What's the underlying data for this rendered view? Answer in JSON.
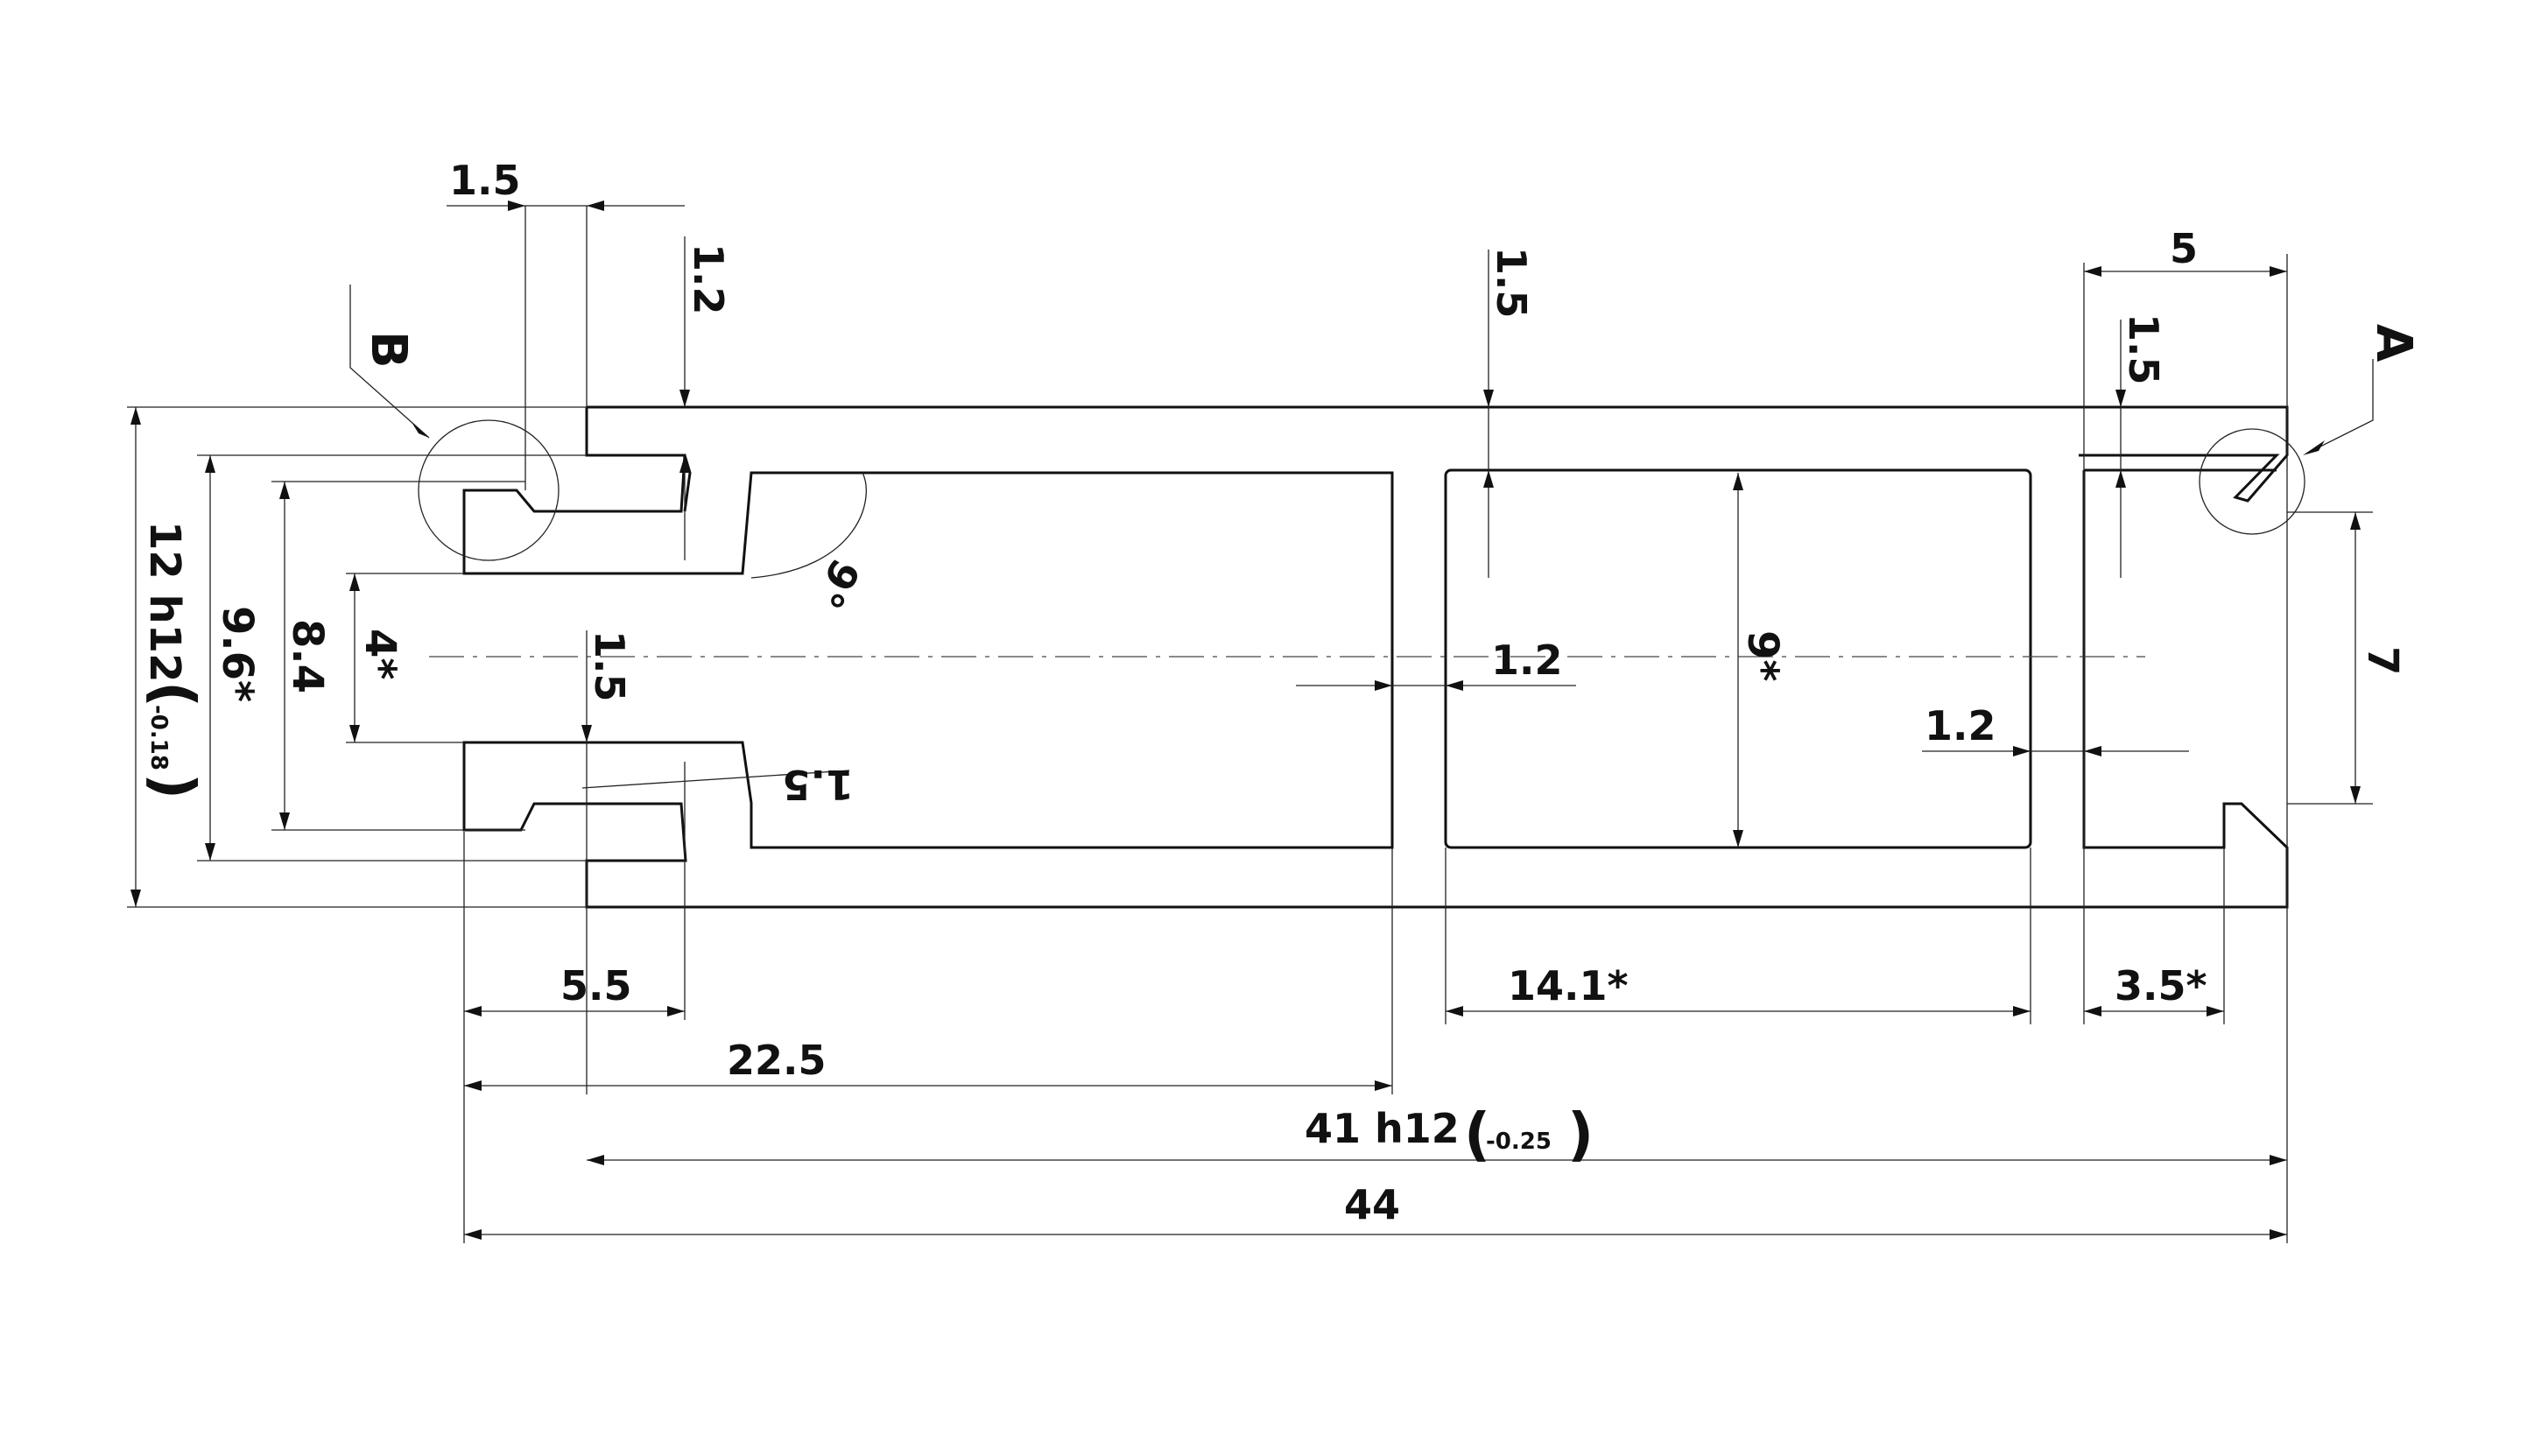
{
  "drawing": {
    "type": "aluminium-profile-section",
    "detail_labels": {
      "b": "B",
      "a": "A"
    },
    "dimensions": {
      "top_slot_width": "1.5",
      "top_lip": "1.2",
      "top_wall": "1.5",
      "right_offset": "5",
      "right_wall": "1.5",
      "overall_height": "12 h12",
      "overall_height_tol": "-0.18",
      "inner_height_a": "9.6*",
      "inner_height_b": "8.4",
      "slot_gap": "4*",
      "bottom_wall": "1.5",
      "angle": "9°",
      "bottom_slot_wall": "1.5",
      "center_web": "1.2",
      "cavity_height": "9*",
      "right_web": "1.2",
      "right_height": "7",
      "slot_depth": "5.5",
      "cavity_width": "14.1*",
      "end_width": "3.5*",
      "half_length": "22.5",
      "nominal_width": "41 h12",
      "nominal_width_tol": "-0.25",
      "overall_width": "44"
    }
  }
}
